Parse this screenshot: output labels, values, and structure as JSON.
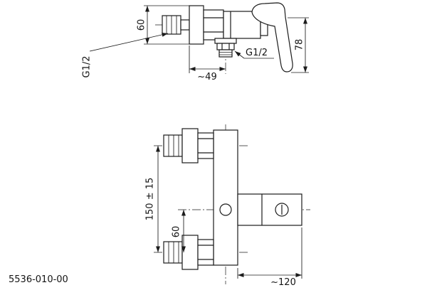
{
  "colors": {
    "ink": "#1c1c1c",
    "paper": "#ffffff"
  },
  "part_number": "5536-010-00",
  "side_view": {
    "dim_flange_height": "60",
    "wall_thread": "G1/2",
    "dim_wall_to_outlet": "~49",
    "outlet_thread": "G1/2",
    "dim_handle_length": "78"
  },
  "front_view": {
    "dim_inlet_centers": "150 ± 15",
    "dim_outlet_offset": "60",
    "dim_overall_width": "~120"
  }
}
